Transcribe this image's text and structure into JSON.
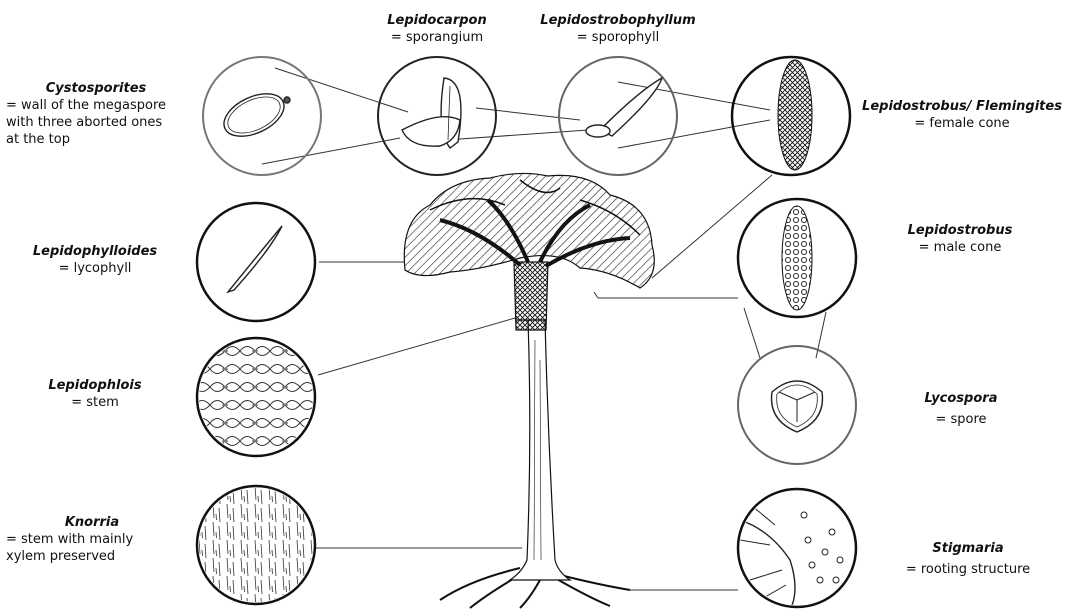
{
  "labels": {
    "cystosporites": {
      "name": "Cystosporites",
      "desc": "= wall of the megaspore\nwith three aborted ones\nat the top"
    },
    "lepidocarpon": {
      "name": "Lepidocarpon",
      "desc": "= sporangium"
    },
    "lepidostrobophyllum": {
      "name": "Lepidostrobophyllum",
      "desc": "= sporophyll"
    },
    "lepidostrobus_flemingites": {
      "name": "Lepidostrobus/ Flemingites",
      "desc": "= female cone"
    },
    "lepidophylloides": {
      "name": "Lepidophylloides",
      "desc": "= lycophyll"
    },
    "lepidostrobus": {
      "name": "Lepidostrobus",
      "desc": "= male cone"
    },
    "lepidophlois": {
      "name": "Lepidophlois",
      "desc": "= stem"
    },
    "lycospora": {
      "name": "Lycospora",
      "desc": "= spore"
    },
    "knorria": {
      "name": "Knorria",
      "desc": "= stem with mainly\nxylem preserved"
    },
    "stigmaria": {
      "name": "Stigmaria",
      "desc": "= rooting structure"
    }
  }
}
